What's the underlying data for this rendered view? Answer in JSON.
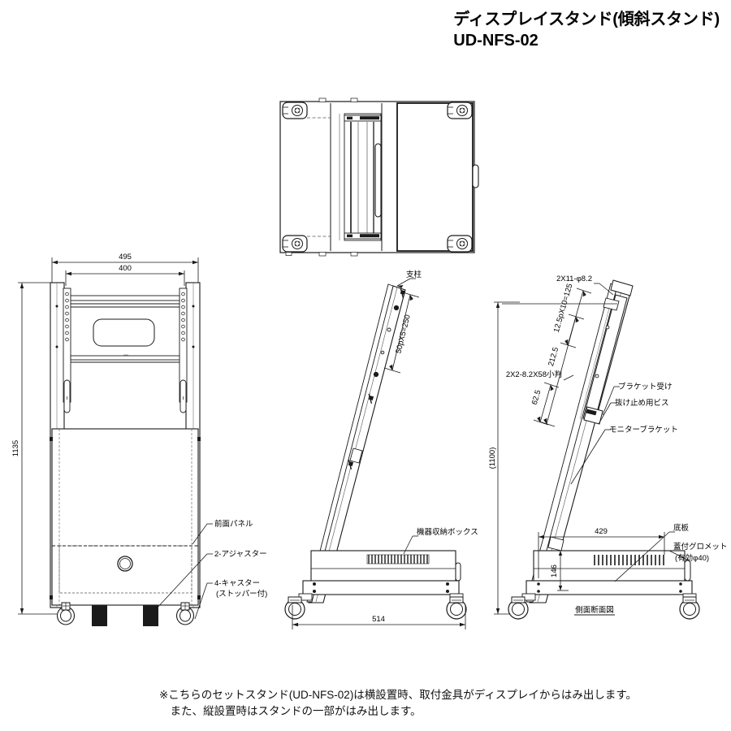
{
  "title": {
    "product_name": "ディスプレイスタンド(傾斜スタンド)",
    "model": "UD-NFS-02"
  },
  "footer": {
    "line1": "※こちらのセットスタンド(UD-NFS-02)は横設置時、取付金具がディスプレイからはみ出します。",
    "line2": "　また、縦設置時はスタンドの一部がはみ出します。"
  },
  "views": {
    "top_view": {
      "name": "top-plan-view",
      "labels": []
    },
    "front_view": {
      "name": "front-elevation-view",
      "dimensions": {
        "overall_width": "495",
        "inner_width": "400",
        "overall_height": "1135"
      },
      "labels": {
        "front_panel": "前面パネル",
        "adjuster": "2-アジャスター",
        "caster": "4-キャスター",
        "caster_sub": "(ストッパー付)"
      }
    },
    "side_view": {
      "name": "side-elevation-view",
      "dimensions": {
        "pitch": "50pX5=250",
        "base_depth": "514"
      },
      "labels": {
        "pillar": "支柱",
        "equipment_box": "機器収納ボックス"
      }
    },
    "section_view": {
      "name": "side-section-view",
      "dimensions": {
        "hole_spec_top": "2X11-φ8.2",
        "pitch_top": "12.5pX10=125",
        "length_mid": "212.5",
        "length_low": "62.5",
        "hole_spec_low": "2X2-8.2X58小判",
        "height_ref": "(1100)",
        "base_width": "429",
        "base_height": "146"
      },
      "labels": {
        "bracket_receiver": "ブラケット受け",
        "stopper_screw": "抜け止め用ビス",
        "monitor_bracket": "モニターブラケット",
        "bottom_plate": "底板",
        "grommet": "蓋付グロメット",
        "grommet_sub": "(有効φ40)",
        "section_caption": "側面断面図"
      }
    }
  },
  "colors": {
    "background": "#ffffff",
    "line": "#1a1a1a",
    "thin_line": "#555555",
    "fill_dark": "#1a1a1a",
    "text": "#000000"
  }
}
